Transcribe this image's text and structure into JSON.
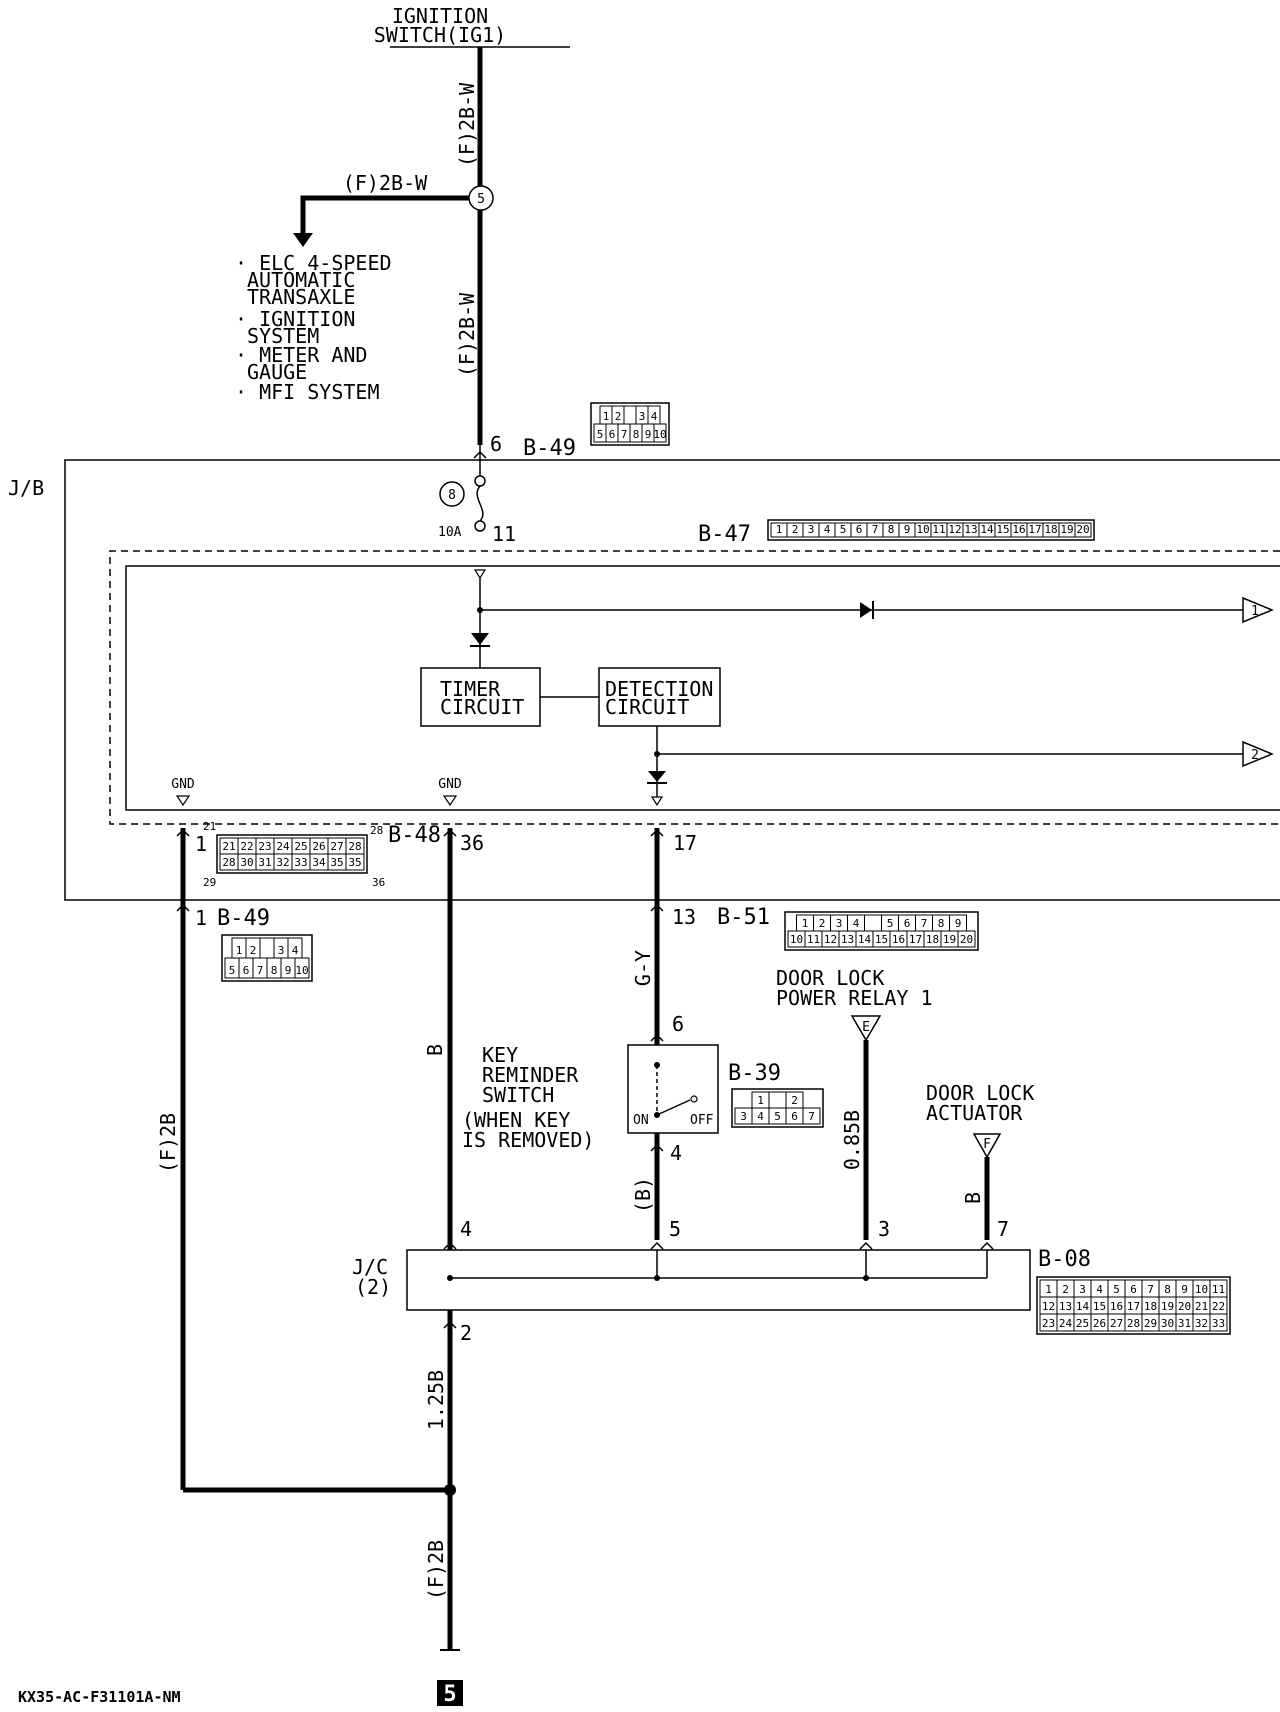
{
  "labels": {
    "ign_switch_1": "IGNITION",
    "ign_switch_2": "SWITCH(IG1)",
    "wire_top": "(F)2B-W",
    "wire_branch": "(F)2B-W",
    "wire_mid": "(F)2B-W",
    "splice_5": "5",
    "systems": [
      "· ELC 4-SPEED",
      "AUTOMATIC",
      "TRANSAXLE",
      "· IGNITION",
      "SYSTEM",
      "· METER AND",
      "GAUGE",
      "· MFI SYSTEM"
    ],
    "jb": "J/B",
    "b49_top": "B-49",
    "b49_top_pin": "6",
    "fuse_num": "8",
    "fuse_rating": "10A",
    "fuse_out_pin": "11",
    "b47": "B-47",
    "timer_1": "TIMER",
    "timer_2": "CIRCUIT",
    "detect_1": "DETECTION",
    "detect_2": "CIRCUIT",
    "out_1": "1",
    "out_2": "2",
    "gnd_1": "GND",
    "gnd_2": "GND",
    "b48": "B-48",
    "pin_1a": "1",
    "pin_36": "36",
    "pin_17": "17",
    "pin_1b": "1",
    "b49_bot": "B-49",
    "pin_13": "13",
    "b51": "B-51",
    "wire_gy": "G-Y",
    "dlpr_1": "DOOR LOCK",
    "dlpr_2": "POWER RELAY 1",
    "dlpr_tag": "E",
    "wire_b_left": "B",
    "key_1": "KEY",
    "key_2": "REMINDER",
    "key_3": "SWITCH",
    "key_4": "(WHEN KEY",
    "key_5": "IS REMOVED)",
    "pin_6": "6",
    "b39": "B-39",
    "sw_on": "ON",
    "sw_off": "OFF",
    "pin_4sw": "4",
    "dla_1": "DOOR LOCK",
    "dla_2": "ACTUATOR",
    "dla_tag": "F",
    "wire_f2b": "(F)2B",
    "wire_085b": "0.85B",
    "wire_b_par": "(B)",
    "wire_b_right": "B",
    "jc_1": "J/C",
    "jc_2": "(2)",
    "jc_pin4": "4",
    "jc_pin5": "5",
    "jc_pin3": "3",
    "jc_pin7": "7",
    "jc_pin2": "2",
    "b08": "B-08",
    "wire_125b": "1.25B",
    "wire_f2b_bot": "(F)2B",
    "ground_5": "5",
    "code": "KX35-AC-F31101A-NM"
  },
  "connectors": {
    "b49_top_row1": [
      "1",
      "2",
      "",
      "3",
      "4"
    ],
    "b49_top_row2": [
      "5",
      "6",
      "7",
      "8",
      "9",
      "10"
    ],
    "b47_pins": [
      "1",
      "2",
      "3",
      "4",
      "5",
      "6",
      "7",
      "8",
      "9",
      "10",
      "11",
      "12",
      "13",
      "14",
      "15",
      "16",
      "17",
      "18",
      "19",
      "20"
    ],
    "b48_row1": [
      "21",
      "22",
      "23",
      "24",
      "25",
      "26",
      "27",
      "28"
    ],
    "b48_row2": [
      "28",
      "30",
      "31",
      "32",
      "33",
      "34",
      "35",
      "35"
    ],
    "b48_corner_tl": "21",
    "b48_corner_tr": "28",
    "b48_corner_bl": "29",
    "b48_corner_br": "36",
    "b49_bot_row1": [
      "1",
      "2",
      "",
      "3",
      "4"
    ],
    "b49_bot_row2": [
      "5",
      "6",
      "7",
      "8",
      "9",
      "10"
    ],
    "b51_row1": [
      "1",
      "2",
      "3",
      "4",
      "",
      "5",
      "6",
      "7",
      "8",
      "9"
    ],
    "b51_row2": [
      "10",
      "11",
      "12",
      "13",
      "14",
      "15",
      "16",
      "17",
      "18",
      "19",
      "20"
    ],
    "b39_row1": [
      "1",
      "",
      "2"
    ],
    "b39_row2": [
      "3",
      "4",
      "5",
      "6",
      "7"
    ],
    "b08_row1": [
      "1",
      "2",
      "3",
      "4",
      "5",
      "6",
      "7",
      "8",
      "9",
      "10",
      "11"
    ],
    "b08_row2": [
      "12",
      "13",
      "14",
      "15",
      "16",
      "17",
      "18",
      "19",
      "20",
      "21",
      "22"
    ],
    "b08_row3": [
      "23",
      "24",
      "25",
      "26",
      "27",
      "28",
      "29",
      "30",
      "31",
      "32",
      "33"
    ]
  }
}
